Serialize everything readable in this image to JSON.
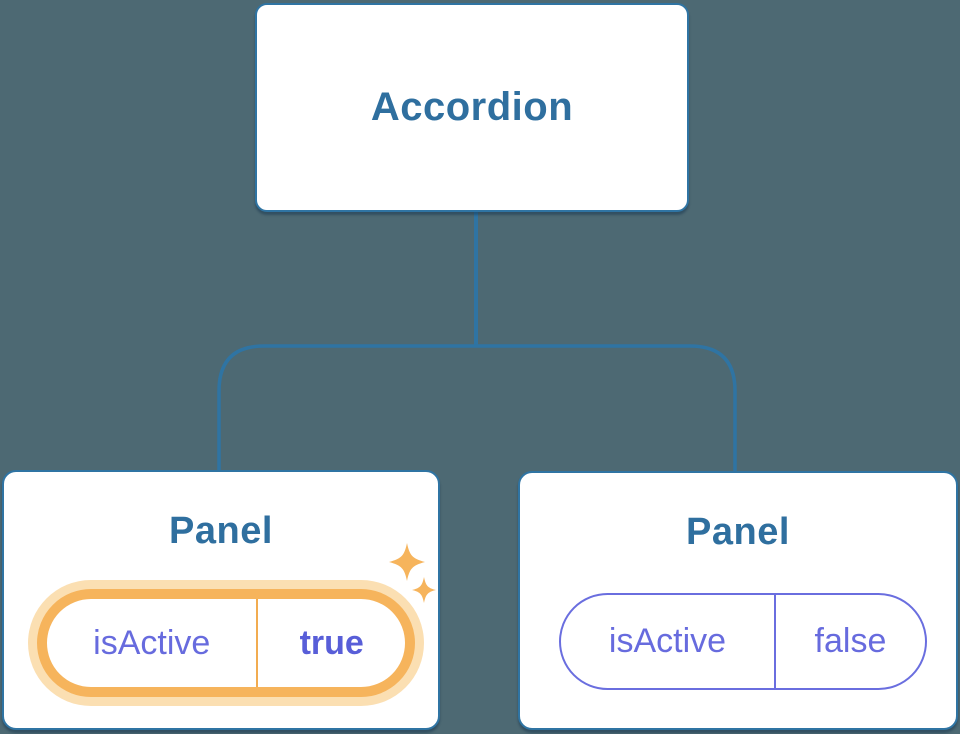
{
  "palette": {
    "background": "#4D6973",
    "node_fill": "#FFFFFF",
    "node_border": "#2F74A3",
    "connector_line": "#2F74A3",
    "title_text": "#2F6F9F",
    "prop_text": "#676BDE",
    "prop_value_active_text": "#585ED8",
    "inactive_pill_border": "#6A6EDF",
    "active_ring": "#F6B45C",
    "active_ring_halo": "#FBDFB2",
    "active_divider": "#F2AC50",
    "sparkle": "#F6B45C"
  },
  "tree": {
    "root": {
      "label": "Accordion"
    },
    "children": [
      {
        "title": "Panel",
        "prop_name": "isActive",
        "prop_value": "true",
        "is_active": true,
        "badge_icon": "sparkles-icon"
      },
      {
        "title": "Panel",
        "prop_name": "isActive",
        "prop_value": "false",
        "is_active": false
      }
    ]
  }
}
